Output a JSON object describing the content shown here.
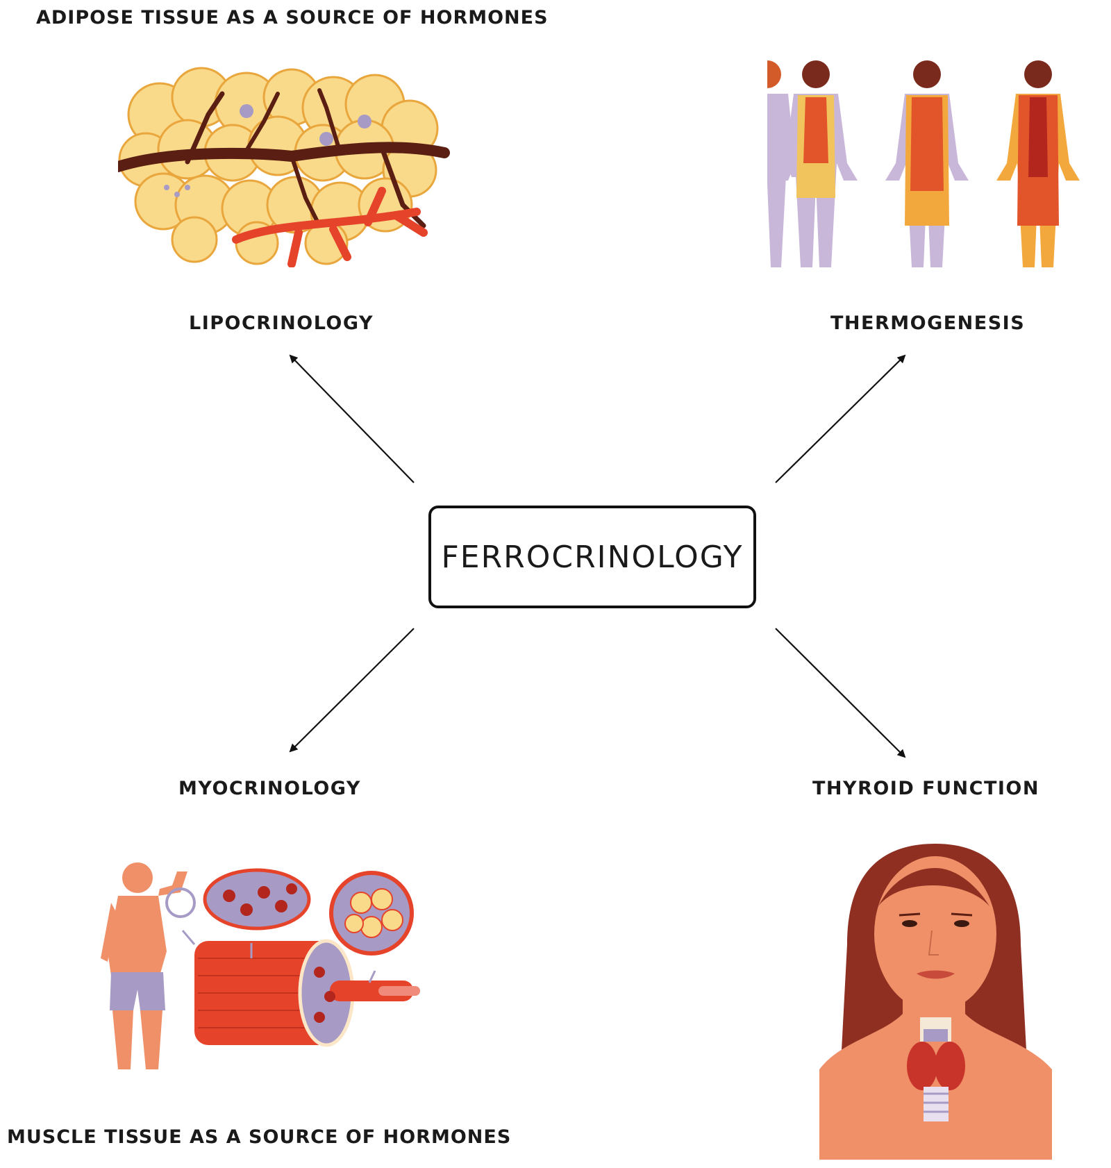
{
  "captions": {
    "top": "ADIPOSE TISSUE AS A SOURCE OF HORMONES",
    "bottom": "MUSCLE TISSUE AS A SOURCE OF HORMONES"
  },
  "center": {
    "label": "FERROCRINOLOGY"
  },
  "nodes": {
    "top_left": "LIPOCRINOLOGY",
    "top_right": "THERMOGENESIS",
    "bottom_left": "MYOCRINOLOGY",
    "bottom_right": "THYROID FUNCTION"
  },
  "colors": {
    "fat_cell": "#f9d98a",
    "fat_cell_border": "#e9a63c",
    "vessel_dark": "#5a1e12",
    "vessel_red": "#e6432b",
    "skin": "#ef9068",
    "hair": "#8e2f22",
    "purple": "#a79bc6",
    "arrow": "#111111"
  },
  "icons": [
    "adipose-tissue-illustration",
    "thermal-body-figures-illustration",
    "muscle-tissue-illustration",
    "thyroid-woman-illustration"
  ]
}
